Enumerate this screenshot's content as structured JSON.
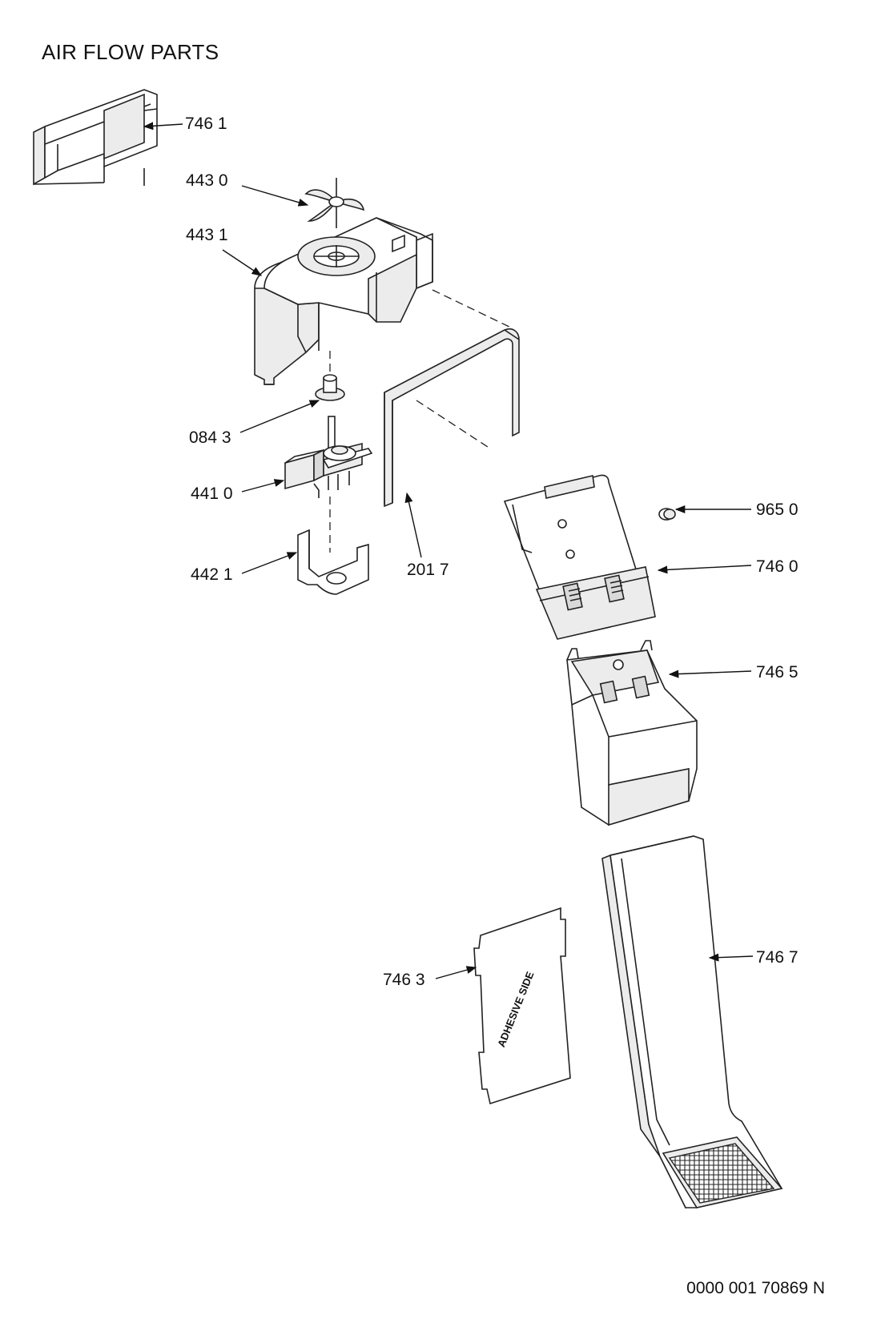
{
  "title": "AIR FLOW PARTS",
  "drawing_number": "0000 001 70869 N",
  "parts": [
    {
      "id": "746-1",
      "label": "746 1"
    },
    {
      "id": "443-0",
      "label": "443 0"
    },
    {
      "id": "443-1",
      "label": "443 1"
    },
    {
      "id": "084-3",
      "label": "084 3"
    },
    {
      "id": "441-0",
      "label": "441 0"
    },
    {
      "id": "442-1",
      "label": "442 1"
    },
    {
      "id": "201-7",
      "label": "201 7"
    },
    {
      "id": "965-0",
      "label": "965 0"
    },
    {
      "id": "746-0",
      "label": "746 0"
    },
    {
      "id": "746-5",
      "label": "746 5"
    },
    {
      "id": "746-7",
      "label": "746 7"
    },
    {
      "id": "746-3",
      "label": "746 3"
    }
  ],
  "sheet_text": "ADHESIVE SIDE"
}
